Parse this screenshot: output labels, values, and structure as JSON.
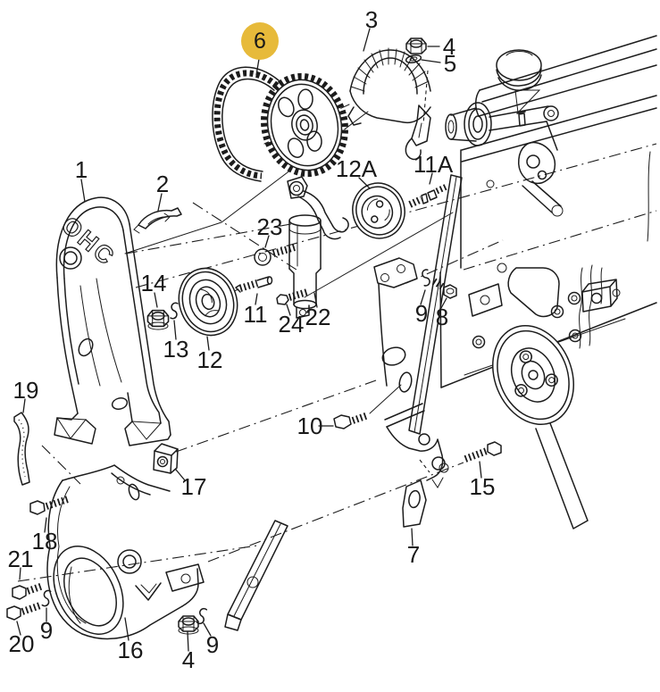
{
  "diagram": {
    "kind": "exploded-parts-diagram",
    "subject": "Timing belt, belt covers and tensioner with camshaft sprocket (OHC engine)",
    "background_color": "#ffffff",
    "line_color": "#1c1c1c",
    "highlight_color": "#e7ba3a",
    "highlighted_part": "6",
    "cover_embossing": "OHC"
  },
  "callouts": [
    {
      "id": "1",
      "text": "1"
    },
    {
      "id": "2",
      "text": "2"
    },
    {
      "id": "3",
      "text": "3"
    },
    {
      "id": "4a",
      "text": "4"
    },
    {
      "id": "5",
      "text": "5"
    },
    {
      "id": "6",
      "text": "6",
      "highlighted": true
    },
    {
      "id": "12A",
      "text": "12A"
    },
    {
      "id": "11A",
      "text": "11A"
    },
    {
      "id": "23",
      "text": "23"
    },
    {
      "id": "14",
      "text": "14"
    },
    {
      "id": "13",
      "text": "13"
    },
    {
      "id": "12",
      "text": "12"
    },
    {
      "id": "11",
      "text": "11"
    },
    {
      "id": "24",
      "text": "24"
    },
    {
      "id": "22",
      "text": "22"
    },
    {
      "id": "9a",
      "text": "9"
    },
    {
      "id": "8",
      "text": "8"
    },
    {
      "id": "19",
      "text": "19"
    },
    {
      "id": "17",
      "text": "17"
    },
    {
      "id": "10",
      "text": "10"
    },
    {
      "id": "18",
      "text": "18"
    },
    {
      "id": "15",
      "text": "15"
    },
    {
      "id": "7",
      "text": "7"
    },
    {
      "id": "21",
      "text": "21"
    },
    {
      "id": "20",
      "text": "20"
    },
    {
      "id": "9b",
      "text": "9"
    },
    {
      "id": "16",
      "text": "16"
    },
    {
      "id": "4b",
      "text": "4"
    },
    {
      "id": "9c",
      "text": "9"
    }
  ]
}
